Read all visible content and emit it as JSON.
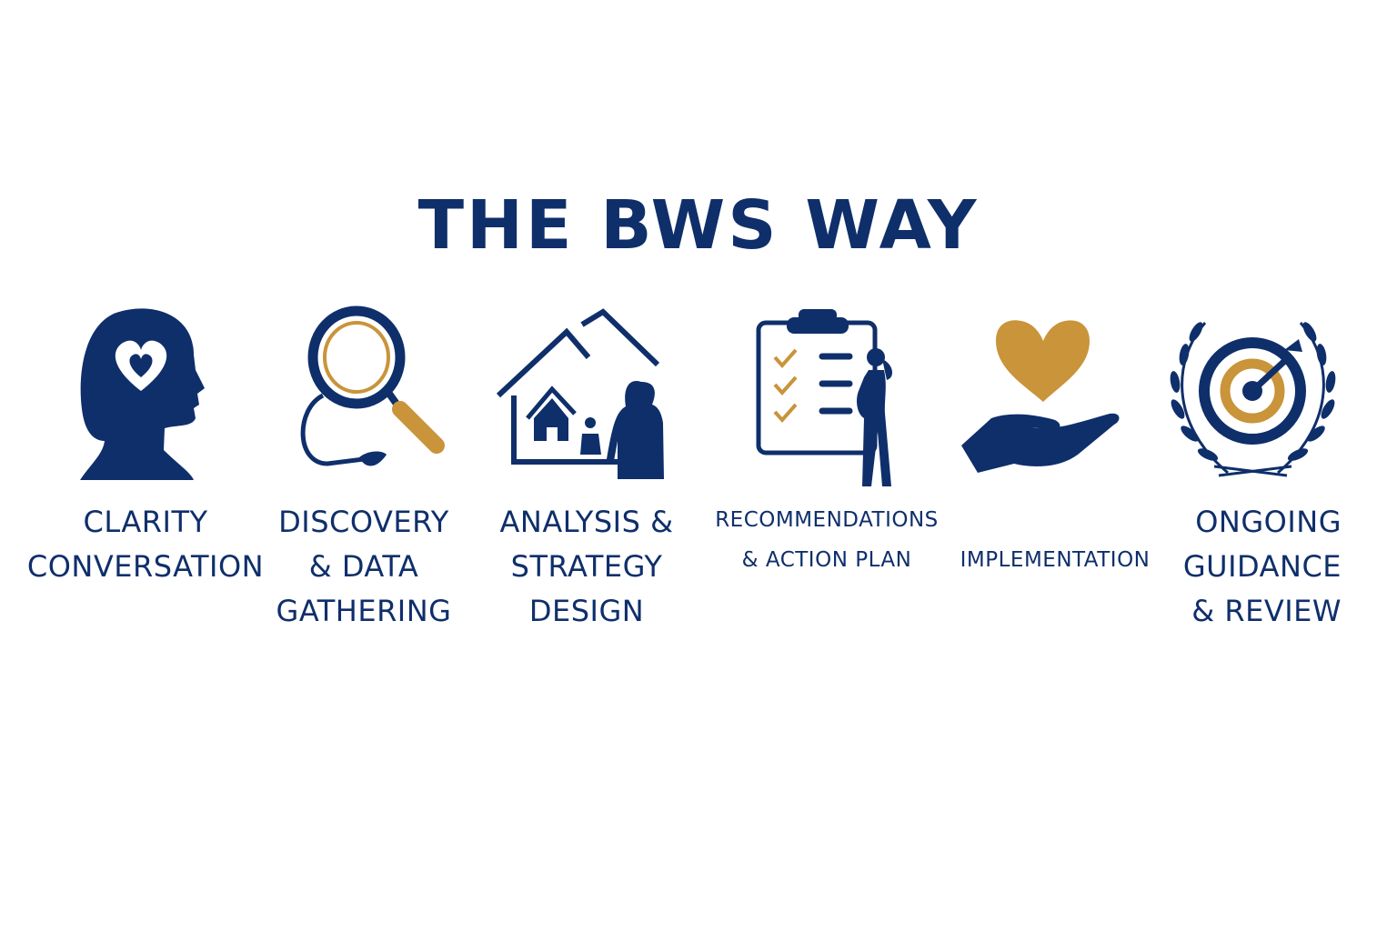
{
  "title": "THE BWS WAY",
  "colors": {
    "navy": "#0f2f6b",
    "gold": "#c9943a"
  },
  "steps": [
    {
      "icon": "head-heart-icon",
      "lines": [
        "CLARITY",
        "CONVERSATION"
      ]
    },
    {
      "icon": "magnifier-stethoscope-icon",
      "lines": [
        "DISCOVERY",
        "& DATA",
        "GATHERING"
      ]
    },
    {
      "icon": "house-family-icon",
      "lines": [
        "ANALYSIS &",
        "STRATEGY",
        "DESIGN"
      ]
    },
    {
      "icon": "clipboard-checklist-icon",
      "lines": [
        "RECOMMENDATIONS",
        "& ACTION PLAN"
      ]
    },
    {
      "icon": "hand-heart-icon",
      "lines": [
        "IMPLEMENTATION"
      ]
    },
    {
      "icon": "target-laurel-icon",
      "lines": [
        "ONGOING",
        "GUIDANCE",
        "& REVIEW"
      ]
    }
  ]
}
